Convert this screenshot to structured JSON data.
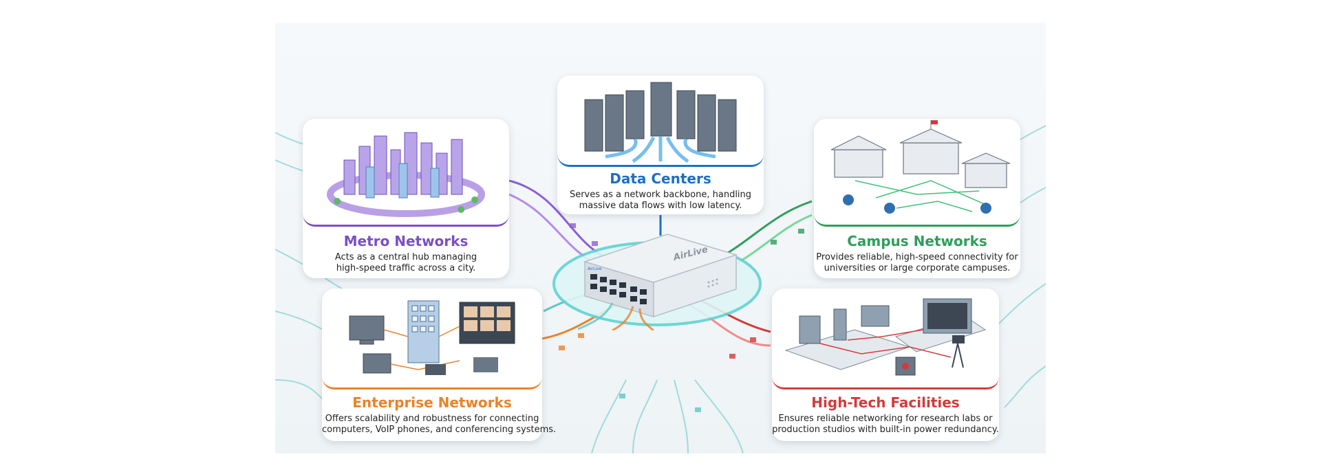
{
  "hub": {
    "brand": "AirLive",
    "brand_small": "AirLive"
  },
  "cards": {
    "metro": {
      "title": "Metro Networks",
      "line1": "Acts as a central hub managing",
      "line2": "high-speed traffic across a city.",
      "color": "#7b4fc4"
    },
    "datacenters": {
      "title": "Data Centers",
      "line1": "Serves as a network backbone, handling",
      "line2": "massive data flows with low latency.",
      "color": "#1e6fc4"
    },
    "campus": {
      "title": "Campus Networks",
      "line1": "Provides reliable, high-speed connectivity for",
      "line2": "universities or large corporate campuses.",
      "color": "#2f9e5b"
    },
    "enterprise": {
      "title": "Enterprise Networks",
      "line1": "Offers scalability and robustness for connecting",
      "line2": "computers, VoIP phones, and conferencing systems.",
      "color": "#e8832a"
    },
    "hightech": {
      "title": "High-Tech Facilities",
      "line1": "Ensures reliable networking for research labs or",
      "line2": "production studios with built-in power redundancy.",
      "color": "#d23b3b"
    }
  },
  "icons": [
    "city-skyline-icon",
    "server-rack-icon",
    "campus-buildings-icon",
    "office-building-icon",
    "lab-studio-icon",
    "network-switch-icon"
  ]
}
